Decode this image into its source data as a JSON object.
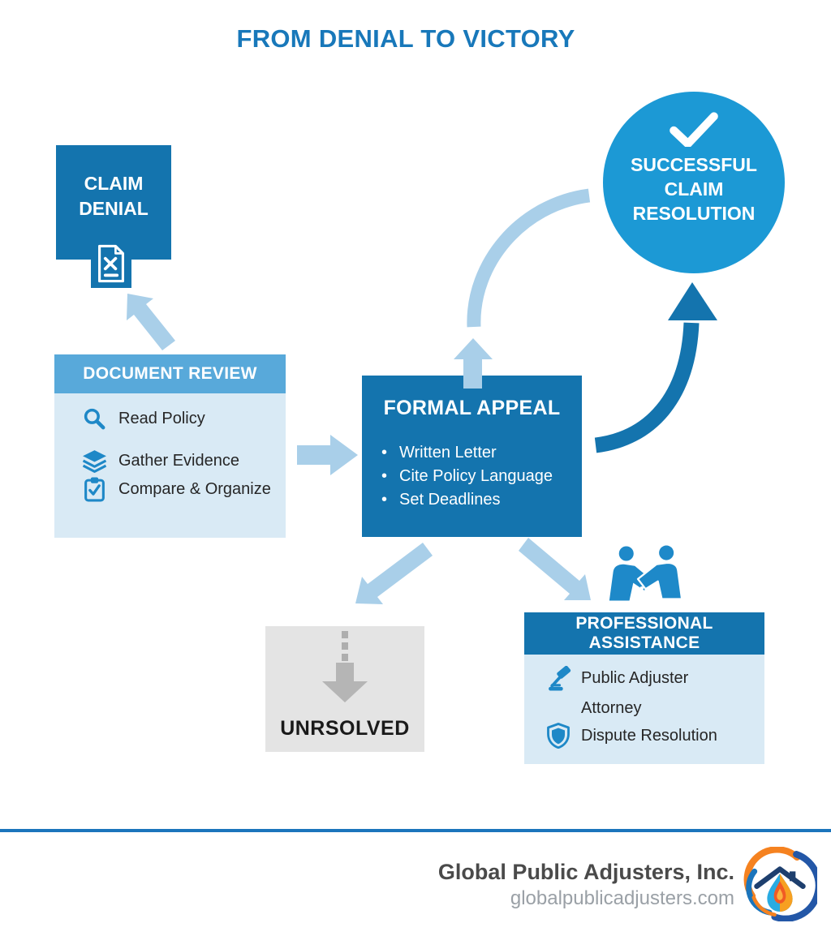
{
  "title": "FROM DENIAL TO VICTORY",
  "colors": {
    "title_blue": "#1878ba",
    "dark_blue": "#1474ae",
    "mid_blue_header": "#58a9da",
    "light_blue_panel": "#d9eaf5",
    "arrow_light_blue": "#a9cfe9",
    "circle_blue": "#1c99d5",
    "icon_blue": "#1e88c7",
    "gray_panel": "#e4e4e4",
    "gray_arrow": "#aeaeae",
    "footer_rule_blue": "#1b75bc",
    "footer_text_dark": "#4a4a4a",
    "footer_text_gray": "#9aa0a6"
  },
  "flow": {
    "claim_denial": {
      "lines": [
        "CLAIM",
        "DENIAL"
      ],
      "icon": "document-x-icon"
    },
    "success": {
      "lines": [
        "SUCCESSFUL",
        "CLAIM",
        "RESOLUTION"
      ],
      "icon": "check-icon"
    },
    "document_review": {
      "header": "DOCUMENT REVIEW",
      "items": [
        {
          "icon": "magnifier-icon",
          "label": "Read Policy"
        },
        {
          "icon": "layers-icon",
          "label": "Gather Evidence"
        },
        {
          "icon": "clipboard-check-icon",
          "label": "Compare & Organize"
        }
      ]
    },
    "formal_appeal": {
      "header": "FORMAL APPEAL",
      "bullets": [
        "Written Letter",
        "Cite Policy Language",
        "Set Deadlines"
      ]
    },
    "unresolved": {
      "label": "UNRSOLVED",
      "icon": "down-dashed-arrow-icon"
    },
    "professional_assistance": {
      "header": "PROFESSIONAL ASSISTANCE",
      "icon_above": "handshake-icon",
      "items": [
        {
          "icon": "gavel-icon",
          "label": "Public Adjuster"
        },
        {
          "icon": "",
          "label": "Attorney"
        },
        {
          "icon": "shield-icon",
          "label": "Dispute Resolution"
        }
      ]
    }
  },
  "footer": {
    "company": "Global Public Adjusters, Inc.",
    "website": "globalpublicadjusters.com",
    "logo": "gpa-logo"
  }
}
